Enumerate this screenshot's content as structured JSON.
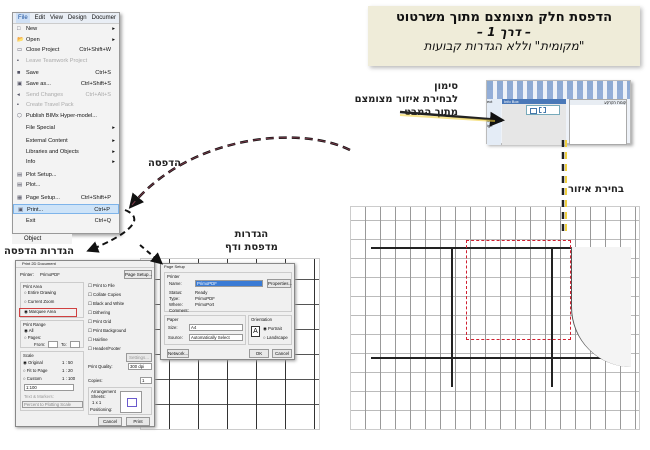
{
  "title": {
    "line1": "הדפסת חלק מצומצם מתוך משרטוט",
    "line2": "– דרך 1 –",
    "line3": "\"מקומית\" וללא הגדרות קבועות"
  },
  "menubar": [
    "File",
    "Edit",
    "View",
    "Design",
    "Documer"
  ],
  "file_menu": [
    {
      "label": "New",
      "shortcut": "",
      "arrow": true
    },
    {
      "label": "Open",
      "shortcut": "",
      "arrow": true
    },
    {
      "label": "Close Project",
      "shortcut": "Ctrl+Shift+W"
    },
    {
      "label": "Leave Teamwork Project",
      "shortcut": "",
      "disabled": true
    },
    {
      "label": "Save",
      "shortcut": "Ctrl+S"
    },
    {
      "label": "Save as...",
      "shortcut": "Ctrl+Shift+S"
    },
    {
      "label": "Send Changes",
      "shortcut": "Ctrl+Alt+S",
      "disabled": true
    },
    {
      "label": "Create Travel Pack",
      "shortcut": "",
      "disabled": true
    },
    {
      "label": "Publish BIMx Hyper-model...",
      "shortcut": ""
    },
    {
      "label": "File Special",
      "shortcut": "",
      "arrow": true
    },
    {
      "label": "External Content",
      "shortcut": "",
      "arrow": true
    },
    {
      "label": "Libraries and Objects",
      "shortcut": "",
      "arrow": true
    },
    {
      "label": "Info",
      "shortcut": "",
      "arrow": true
    },
    {
      "label": "Plot Setup...",
      "shortcut": ""
    },
    {
      "label": "Plot...",
      "shortcut": ""
    },
    {
      "label": "Page Setup...",
      "shortcut": "Ctrl+Shift+P"
    },
    {
      "label": "Print...",
      "shortcut": "Ctrl+P",
      "highlighted": true
    },
    {
      "label": "Exit",
      "shortcut": "Ctrl+Q"
    }
  ],
  "below_menu": "Object",
  "labels": {
    "marking": [
      "סימון",
      "לבחירת איזור מצומצם",
      "מתוך המבט"
    ],
    "select_area": "בחירת איזור",
    "print": "הדפסה",
    "print_settings": "הגדרות הדפסה",
    "printer_page": [
      "הגדרות",
      "מדפסת ודף"
    ]
  },
  "toolbar": {
    "info_box": "Info Box",
    "panel": "קומת הקרקע",
    "left_items": [
      "ect",
      "Marquee",
      "ign"
    ]
  },
  "print_dialog": {
    "title": "Print 2D Document",
    "printer_label": "Printer:",
    "printer": "PrimoPDF",
    "page_setup": "Page Setup...",
    "print_area": "Print Area",
    "area_options": [
      "Entire Drawing",
      "Current Zoom",
      "Marquee Area"
    ],
    "print_range": "Print Range",
    "range_options": [
      "All",
      "Pages:"
    ],
    "from": "From:",
    "to": "To:",
    "scale": "Scale",
    "scale_options": [
      "Original",
      "Fit to Page",
      "Custom"
    ],
    "scale_values": [
      "1 : 50",
      "1 : 20",
      "1 : 100"
    ],
    "scale_select": "1:100",
    "text_and_markers": "Text & Markers:",
    "text_select": "Percent to Plotting Scale",
    "checks": [
      "Print to File",
      "Collate Copies",
      "Black and White",
      "Dithering",
      "Print Grid",
      "Print Background",
      "Hairline",
      "Header/Footer"
    ],
    "settings": "Settings...",
    "print_quality": "Print Quality:",
    "quality": "300 dpi",
    "copies": "Copies:",
    "copies_val": "1",
    "arrangement": "Arrangement",
    "sheets": "Sheets:",
    "sheets_val": "1 x 1",
    "positioning": "Positioning:",
    "cancel": "Cancel",
    "print": "Print"
  },
  "page_setup": {
    "title": "Page Setup",
    "printer": "Printer",
    "name_label": "Name:",
    "name": "PrimoPDF",
    "properties": "Properties...",
    "status_label": "Status:",
    "status": "Ready",
    "type_label": "Type:",
    "type": "PrimoPDF",
    "where_label": "Where:",
    "where": "PrimoPort",
    "comment_label": "Comment:",
    "paper": "Paper",
    "size_label": "Size:",
    "size": "A4",
    "source_label": "Source:",
    "source": "Automatically Select",
    "orientation": "Orientation",
    "portrait": "Portrait",
    "landscape": "Landscape",
    "network": "Network...",
    "ok": "OK",
    "cancel": "Cancel"
  }
}
